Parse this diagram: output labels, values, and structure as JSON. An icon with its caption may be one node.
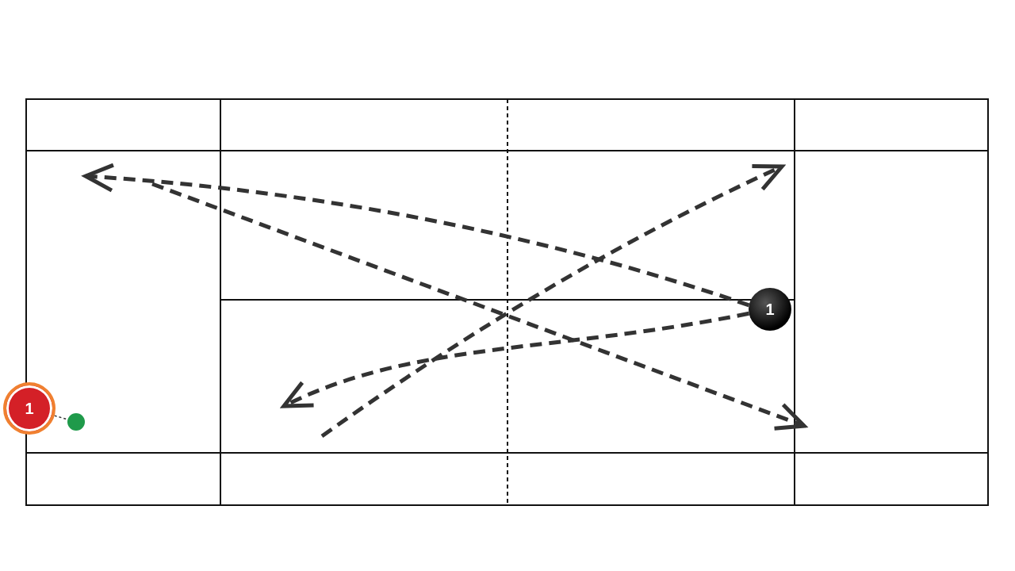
{
  "diagram": {
    "nodes": [
      {
        "text": [
          "1"
        ]
      },
      {
        "text": [
          "1"
        ]
      },
      {
        "text": [],
        "shape": "circle"
      }
    ],
    "edges": [
      {
        "from": 0,
        "to": 2,
        "arrow": "none",
        "style": "dashed"
      },
      {
        "from": 1,
        "to": null,
        "arrow": "to",
        "style": "dashed"
      },
      {
        "from": 1,
        "to": null,
        "arrow": "to",
        "style": "dashed"
      }
    ]
  }
}
